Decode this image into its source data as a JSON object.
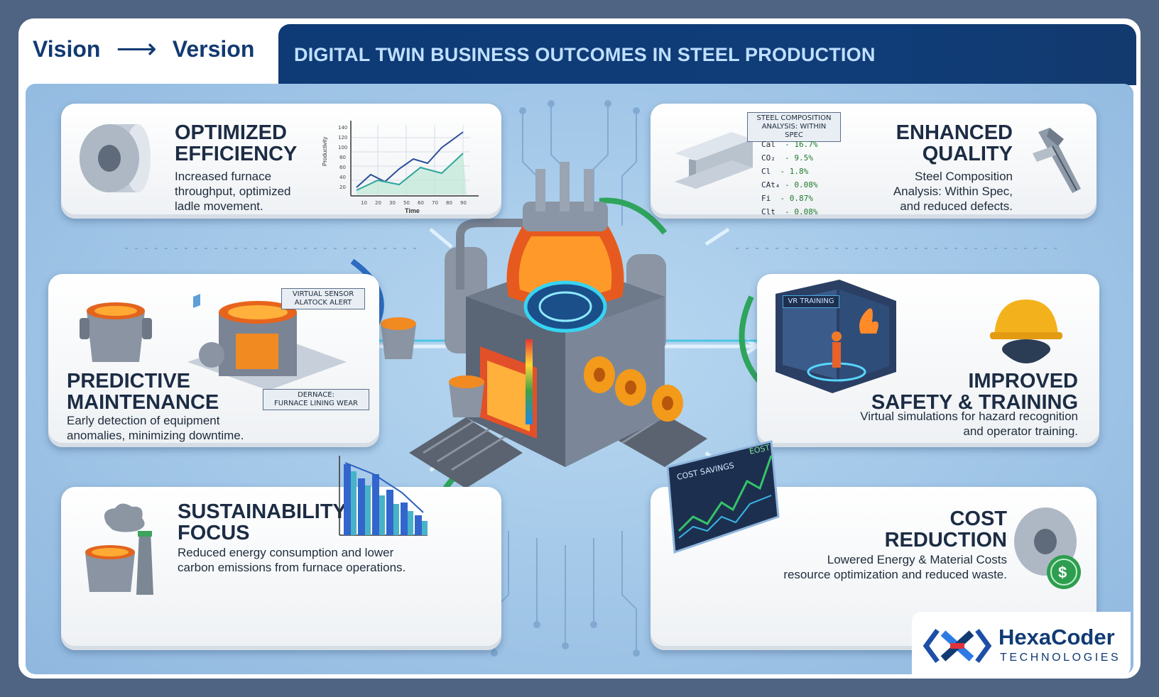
{
  "brand": {
    "left_word": "Vision",
    "right_word": "Version",
    "arrow": "⟶"
  },
  "header": {
    "title": "DIGITAL TWIN BUSINESS OUTCOMES IN STEEL PRODUCTION"
  },
  "cards": {
    "efficiency": {
      "title_1": "OPTIMIZED",
      "title_2": "EFFICIENCY",
      "desc_1": "Increased furnace",
      "desc_2": "throughput, optimized",
      "desc_3": "ladle movement.",
      "icon": "steel-coil-icon"
    },
    "quality": {
      "title_1": "ENHANCED",
      "title_2": "QUALITY",
      "desc_1": "Steel Composition",
      "desc_2": "Analysis: Within Spec,",
      "desc_3": "and reduced defects.",
      "icon": "caliper-icon"
    },
    "maintenance": {
      "title_1": "PREDICTIVE",
      "title_2": "MAINTENANCE",
      "desc_1": "Early  detection of equipment",
      "desc_2": "anomalies, minimizing downtime.",
      "icon": "ladle-icon"
    },
    "safety": {
      "title_1": "IMPROVED",
      "title_2": "SAFETY & TRAINING",
      "desc_1": "Virtual simulations for hazard recognition",
      "desc_2": "and operator training.",
      "icon": "hard-hat-icon"
    },
    "sustainability": {
      "title_1": "SUSTAINABILITY",
      "title_2": "FOCUS",
      "desc_1": "Reduced energy consumption and lower",
      "desc_2": "carbon emissions from furnace operations.",
      "icon": "smoking-ladle-icon"
    },
    "cost": {
      "title_1": "COST",
      "title_2": "REDUCTION",
      "desc_1": "Lowered Energy & Material Costs",
      "desc_2": "resource optimization and reduced waste.",
      "icon": "coin-coil-icon"
    }
  },
  "illustration_labels": {
    "composition_1": "STEEL COMPOSITION",
    "composition_2": "ANALYSIS: WITHIN SPEC",
    "composition_rows": [
      {
        "el": "Cal",
        "val": "- 16.7%"
      },
      {
        "el": "CO₂",
        "val": "- 9.5%"
      },
      {
        "el": "Cl",
        "val": "- 1.8%"
      },
      {
        "el": "CAt₄",
        "val": "- 0.08%"
      },
      {
        "el": "Fi",
        "val": "- 0.87%"
      },
      {
        "el": "Clt",
        "val": "- 0.08%"
      }
    ],
    "sensor_1": "VIRTUAL SENSOR",
    "sensor_2": "ALATOCK ALERT",
    "furnace_1": "DERNACE:",
    "furnace_2": "FURNACE LINING WEAR",
    "vr_label": "VR TRAINING",
    "cost_savings_label": "COST SAVINGS",
    "cost_label": "EOST",
    "prod_chart": {
      "ylabel": "Productivity",
      "xlabel": "Time",
      "yticks": [
        "140",
        "120",
        "100",
        "80",
        "60",
        "40",
        "20"
      ],
      "xticks": [
        "10",
        "20",
        "30",
        "50",
        "60",
        "70",
        "80",
        "90"
      ]
    }
  },
  "logo": {
    "name": "HexaCoder",
    "sub": "TECHNOLOGIES"
  },
  "colors": {
    "navy": "#0e3a76",
    "title_text": "#bfe0ff",
    "canvas": "#a7cbea"
  }
}
